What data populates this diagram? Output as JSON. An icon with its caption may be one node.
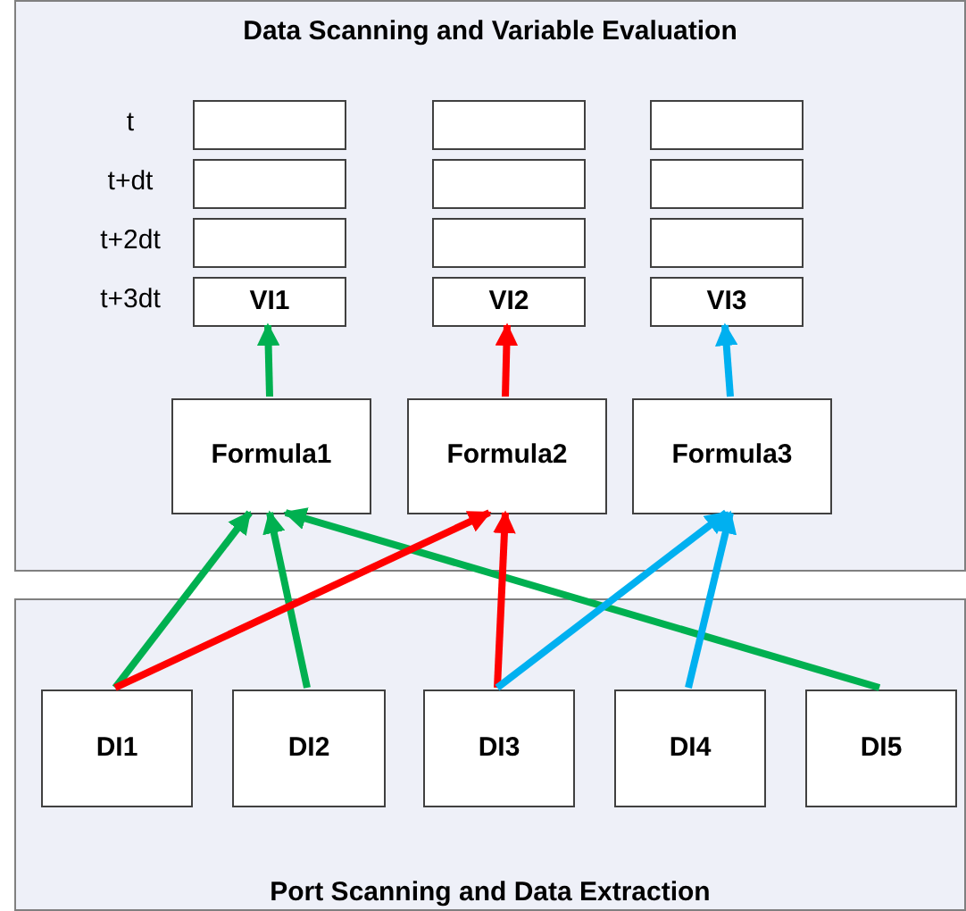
{
  "diagram": {
    "nodes": [
      {
        "text": [
          "Data Scanning and Variable Evaluation"
        ]
      },
      {
        "text": [],
        "shape": "box",
        "in": 0
      },
      {
        "text": [],
        "shape": "box",
        "in": 0
      },
      {
        "text": [],
        "shape": "box",
        "in": 0
      },
      {
        "text": [],
        "shape": "box",
        "in": 0
      },
      {
        "text": [],
        "shape": "box",
        "in": 0
      },
      {
        "text": [],
        "shape": "box",
        "in": 0
      },
      {
        "text": [],
        "shape": "box",
        "in": 0
      },
      {
        "text": [],
        "shape": "box",
        "in": 0
      },
      {
        "text": [],
        "shape": "box",
        "in": 0
      },
      {
        "text": [
          "VI1"
        ],
        "in": 0
      },
      {
        "text": [
          "VI2"
        ],
        "in": 0
      },
      {
        "text": [
          "VI3"
        ],
        "in": 0
      },
      {
        "text": [
          "Formula1"
        ],
        "in": 0
      },
      {
        "text": [
          "Formula2"
        ],
        "in": 0
      },
      {
        "text": [
          "Formula3"
        ],
        "in": 0
      },
      {
        "text": [
          "Port Scanning and Data Extraction"
        ]
      },
      {
        "text": [
          "DI1"
        ],
        "in": 16
      },
      {
        "text": [
          "DI2"
        ],
        "in": 16
      },
      {
        "text": [
          "DI3"
        ],
        "in": 16
      },
      {
        "text": [
          "DI4"
        ],
        "in": 16
      },
      {
        "text": [
          "DI5"
        ],
        "in": 16
      }
    ],
    "edges": [
      {
        "from": 13,
        "to": 10,
        "arrow": "to",
        "color": "#00b050"
      },
      {
        "from": 14,
        "to": 11,
        "arrow": "to",
        "color": "#ff0000"
      },
      {
        "from": 15,
        "to": 12,
        "arrow": "to",
        "color": "#00b0f0"
      },
      {
        "from": 17,
        "to": 13,
        "arrow": "to",
        "color": "#00b050"
      },
      {
        "from": 18,
        "to": 13,
        "arrow": "to",
        "color": "#00b050"
      },
      {
        "from": 21,
        "to": 13,
        "arrow": "to",
        "color": "#00b050"
      },
      {
        "from": 17,
        "to": 14,
        "arrow": "to",
        "color": "#ff0000"
      },
      {
        "from": 19,
        "to": 14,
        "arrow": "to",
        "color": "#ff0000"
      },
      {
        "from": 19,
        "to": 15,
        "arrow": "to",
        "color": "#00b0f0"
      },
      {
        "from": 20,
        "to": 15,
        "arrow": "to",
        "color": "#00b0f0"
      }
    ],
    "labels": [
      "t",
      "t+dt",
      "t+2dt",
      "t+3dt"
    ]
  }
}
